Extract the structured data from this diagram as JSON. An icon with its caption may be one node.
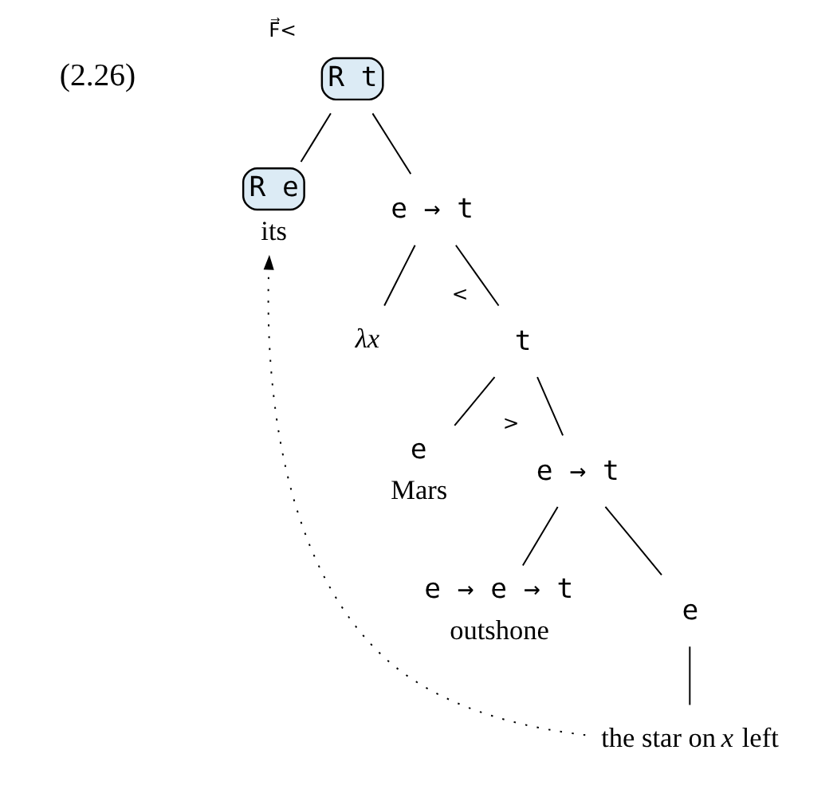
{
  "diagram": {
    "nodes": [
      {
        "text": [
          "R t"
        ],
        "beside": [
          "F⃗<"
        ]
      },
      {
        "text": [
          "R e",
          "its"
        ]
      },
      {
        "text": [
          "e → t"
        ]
      },
      {
        "text": [
          "λx"
        ]
      },
      {
        "text": [
          "t"
        ],
        "beside": [
          "<"
        ]
      },
      {
        "text": [
          "e",
          "Mars"
        ]
      },
      {
        "text": [
          "e → t"
        ],
        "beside": [
          ">"
        ]
      },
      {
        "text": [
          "e → e → t",
          "outshone"
        ]
      },
      {
        "text": [
          "e"
        ]
      },
      {
        "text": [
          "the star on *x* left"
        ]
      }
    ],
    "edges": [
      {
        "from": 0,
        "to": 1,
        "arrow": "none"
      },
      {
        "from": 0,
        "to": 2,
        "arrow": "none"
      },
      {
        "from": 2,
        "to": 3,
        "arrow": "none"
      },
      {
        "from": 2,
        "to": 4,
        "arrow": "none"
      },
      {
        "from": 4,
        "to": 5,
        "arrow": "none"
      },
      {
        "from": 4,
        "to": 6,
        "arrow": "none"
      },
      {
        "from": 6,
        "to": 7,
        "arrow": "none"
      },
      {
        "from": 6,
        "to": 8,
        "arrow": "none"
      },
      {
        "from": 8,
        "to": 9,
        "arrow": "none"
      },
      {
        "from": 9,
        "to": 1,
        "arrow": "to",
        "style": "dashed"
      }
    ],
    "labels": [
      "(2.26)"
    ]
  }
}
